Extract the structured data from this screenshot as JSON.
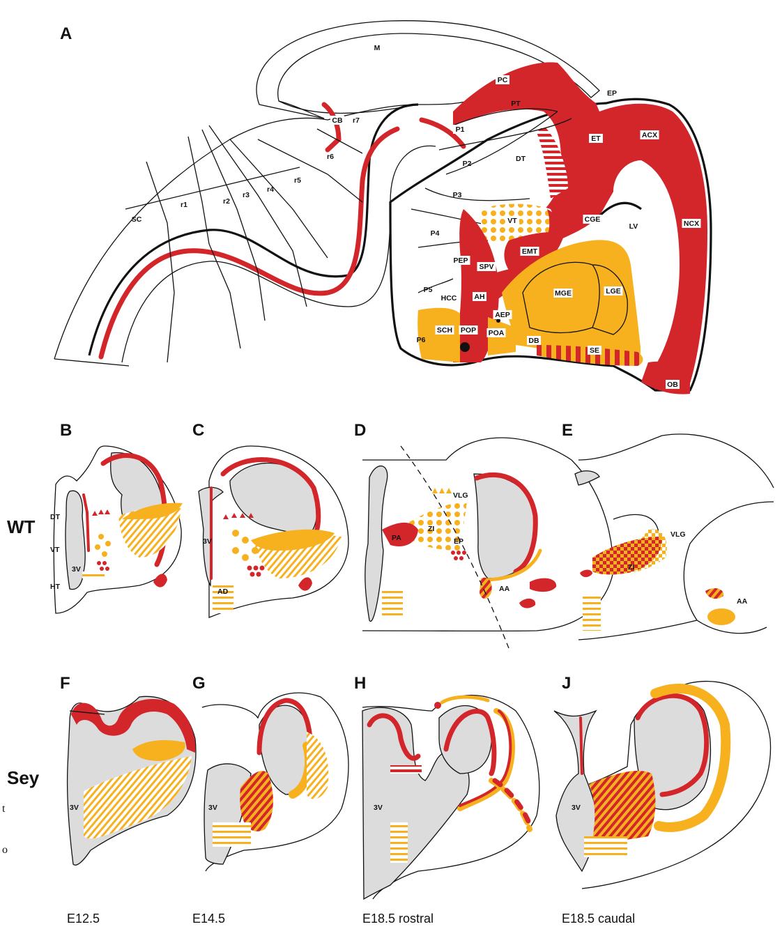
{
  "figure": {
    "panels": [
      "A",
      "B",
      "C",
      "D",
      "E",
      "F",
      "G",
      "H",
      "J"
    ],
    "rows": {
      "wt": "WT",
      "sey": "Sey"
    },
    "ages": [
      "E12.5",
      "E14.5",
      "E18.5 rostral",
      "E18.5 caudal"
    ],
    "margin_fragments": [
      "t",
      "o"
    ],
    "colors": {
      "red": "#d2262b",
      "yellow": "#f7b11e",
      "ventricle_gray": "#dcdcdc",
      "outline": "#111111"
    }
  },
  "panel_a": {
    "regions": {
      "M": "M",
      "PC": "PC",
      "EP": "EP",
      "PT": "PT",
      "CB": "CB",
      "r7": "r7",
      "P1": "P1",
      "ET": "ET",
      "ACX": "ACX",
      "r6": "r6",
      "DT": "DT",
      "P2": "P2",
      "r5": "r5",
      "r4": "r4",
      "r3": "r3",
      "r2": "r2",
      "r1": "r1",
      "SC": "SC",
      "P3": "P3",
      "VT": "VT",
      "CGE": "CGE",
      "LV": "LV",
      "NCX": "NCX",
      "P4": "P4",
      "EMT": "EMT",
      "PEP": "PEP",
      "SPV": "SPV",
      "MGE": "MGE",
      "LGE": "LGE",
      "P5": "P5",
      "HCC": "HCC",
      "AH": "AH",
      "AEP": "AEP",
      "SCH": "SCH",
      "POP": "POP",
      "POA": "POA",
      "P6": "P6",
      "DB": "DB",
      "SE": "SE",
      "OB": "OB"
    }
  },
  "panel_b": {
    "labels": {
      "DT": "DT",
      "VT": "VT",
      "3V": "3V",
      "HT": "HT"
    }
  },
  "panel_c": {
    "labels": {
      "3V": "3V",
      "AD": "AD"
    }
  },
  "panel_d": {
    "labels": {
      "VLG": "VLG",
      "ZI": "ZI",
      "PA": "PA",
      "EP": "EP",
      "AA": "AA"
    }
  },
  "panel_e": {
    "labels": {
      "VLG": "VLG",
      "ZI": "ZI",
      "AA": "AA"
    }
  },
  "panel_f": {
    "labels": {
      "3V": "3V"
    }
  },
  "panel_g": {
    "labels": {
      "3V": "3V"
    }
  },
  "panel_h": {
    "labels": {
      "3V": "3V"
    }
  },
  "panel_j": {
    "labels": {
      "3V": "3V"
    }
  }
}
